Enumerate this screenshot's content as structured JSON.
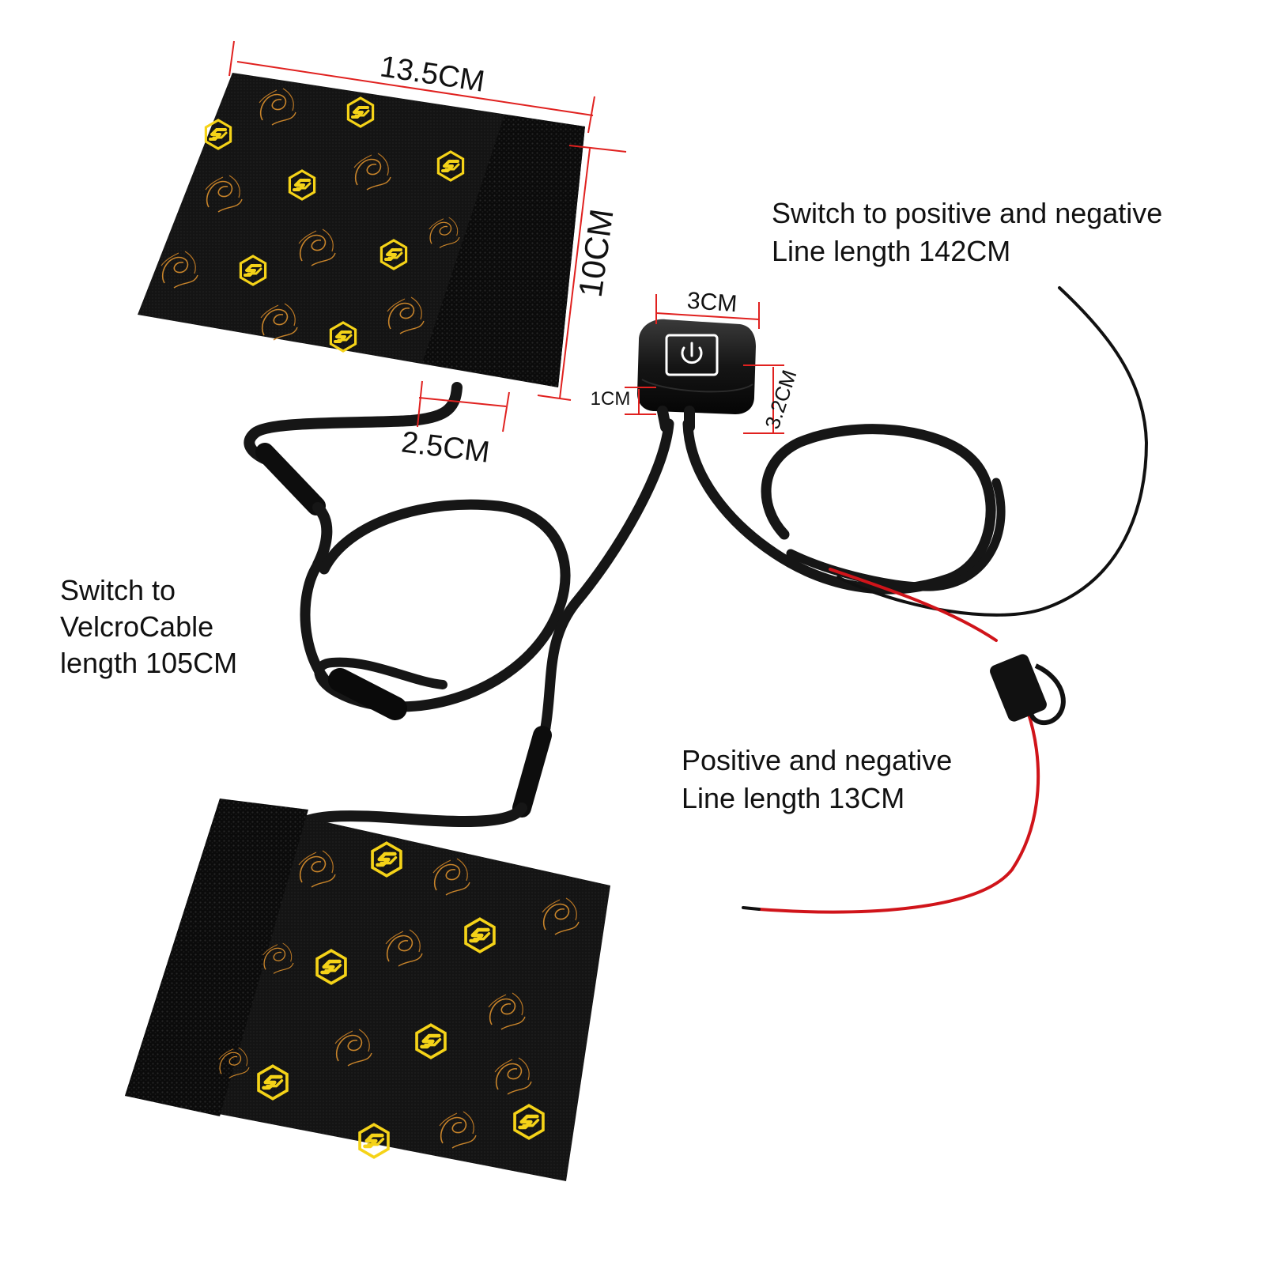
{
  "dimensions": {
    "pad_width": "13.5CM",
    "pad_height": "10CM",
    "velcro_width": "2.5CM",
    "switch_width": "3CM",
    "switch_height": "3.2CM",
    "switch_depth": "1CM"
  },
  "annotations": {
    "switch_to_power": {
      "line1": "Switch to positive and negative",
      "line2": "Line length 142CM"
    },
    "switch_to_velcro": {
      "line1": "Switch to",
      "line2": "VelcroCable",
      "line3": "length 105CM"
    },
    "power_leads": {
      "line1": "Positive and negative",
      "line2": "Line length 13CM"
    }
  },
  "colors": {
    "dimension_line": "#e0211f",
    "pad_fabric": "#141414",
    "velcro_strip": "#0b0b0b",
    "pattern_gold": "#f5d318",
    "pattern_copper": "#c8842a",
    "cable": "#161616",
    "positive_wire": "#d0141a",
    "switch_icon": "#ffffff"
  },
  "icons": {
    "switch_button": "power-icon",
    "pad_logo": "s-hexagon-logo"
  }
}
